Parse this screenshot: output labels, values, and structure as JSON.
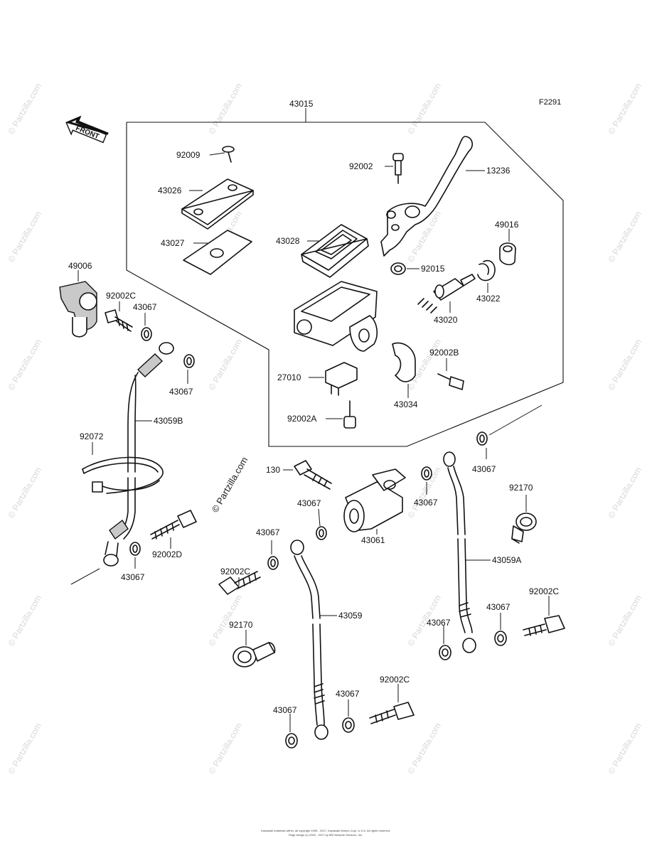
{
  "figure_id": "F2291",
  "front_label": "FRONT",
  "watermark": "© Partzilla.com",
  "parts": {
    "p43015": "43015",
    "p92009": "92009",
    "p92002": "92002",
    "p13236": "13236",
    "p43026": "43026",
    "p43027": "43027",
    "p43028": "43028",
    "p49016": "49016",
    "p92015": "92015",
    "p43022": "43022",
    "p43020": "43020",
    "p92002B": "92002B",
    "p27010": "27010",
    "p43034": "43034",
    "p92002A": "92002A",
    "p49006": "49006",
    "p92002C_top": "92002C",
    "p43067_a": "43067",
    "p43067_b": "43067",
    "p43059B": "43059B",
    "p92072": "92072",
    "p130": "130",
    "p43067_c": "43067",
    "p43067_d": "43067",
    "p43061": "43061",
    "p43067_e": "43067",
    "p92170_r": "92170",
    "p43059A": "43059A",
    "p92002D": "92002D",
    "p43067_f": "43067",
    "p43067_g": "43067",
    "p92002C_l": "92002C",
    "p43059": "43059",
    "p92170_l": "92170",
    "p92002C_r": "92002C",
    "p43067_h": "43067",
    "p43067_i": "43067",
    "p92002C_b": "92002C",
    "p43067_j": "43067",
    "p43067_k": "43067"
  },
  "footer": {
    "line1": "Kawasaki materials within, all copyright 1995 - 2017, Kawasaki Motors Corp. U.S.A. All rights reserved.",
    "line2": "Page design (c) 2009 - 2017 by ARI Network Services, Inc."
  }
}
